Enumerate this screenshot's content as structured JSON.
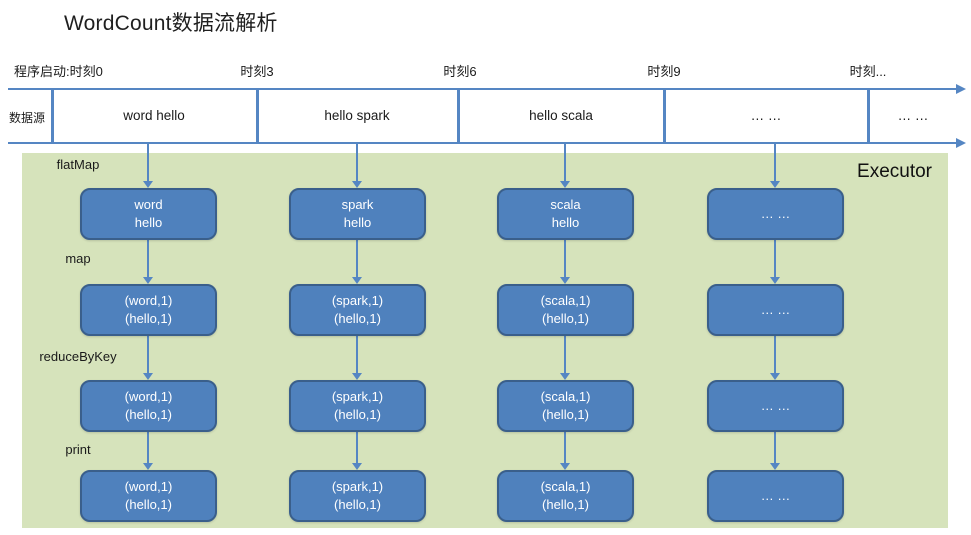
{
  "title": "WordCount数据流解析",
  "timeline": {
    "time_labels": [
      "程序启动:时刻0",
      "时刻3",
      "时刻6",
      "时刻9",
      "时刻..."
    ],
    "source_label": "数据源",
    "segments": [
      "word hello",
      "hello spark",
      "hello scala",
      "… …",
      "… …"
    ]
  },
  "executor": {
    "label": "Executor",
    "operations": [
      "flatMap",
      "map",
      "reduceByKey",
      "print"
    ],
    "columns": [
      {
        "rows": [
          {
            "line1": "word",
            "line2": "hello"
          },
          {
            "line1": "(word,1)",
            "line2": "(hello,1)"
          },
          {
            "line1": "(word,1)",
            "line2": "(hello,1)"
          },
          {
            "line1": "(word,1)",
            "line2": "(hello,1)"
          }
        ]
      },
      {
        "rows": [
          {
            "line1": "spark",
            "line2": "hello"
          },
          {
            "line1": "(spark,1)",
            "line2": "(hello,1)"
          },
          {
            "line1": "(spark,1)",
            "line2": "(hello,1)"
          },
          {
            "line1": "(spark,1)",
            "line2": "(hello,1)"
          }
        ]
      },
      {
        "rows": [
          {
            "line1": "scala",
            "line2": "hello"
          },
          {
            "line1": "(scala,1)",
            "line2": "(hello,1)"
          },
          {
            "line1": "(scala,1)",
            "line2": "(hello,1)"
          },
          {
            "line1": "(scala,1)",
            "line2": "(hello,1)"
          }
        ]
      },
      {
        "rows": [
          {
            "line1": "… …",
            "line2": ""
          },
          {
            "line1": "… …",
            "line2": ""
          },
          {
            "line1": "… …",
            "line2": ""
          },
          {
            "line1": "… …",
            "line2": ""
          }
        ]
      }
    ]
  },
  "colors": {
    "accent": "#4F81BD",
    "box_border": "#3A5F8B",
    "executor_bg": "#D6E3BB",
    "timeline": "#5586C3",
    "node_text": "#FFFFFF"
  }
}
